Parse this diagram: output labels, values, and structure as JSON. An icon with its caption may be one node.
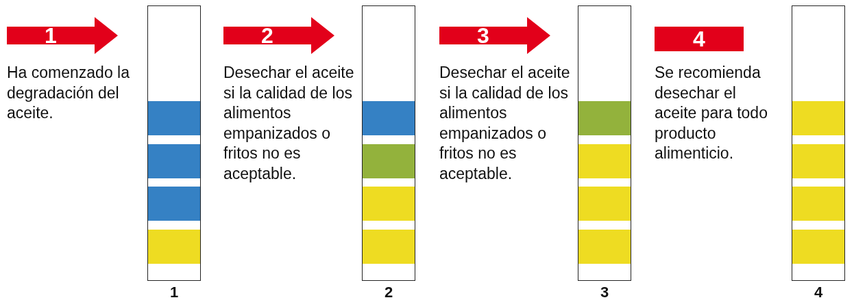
{
  "diagram": {
    "nodes": [
      {
        "text": [
          "1"
        ],
        "beside": [
          "Ha comenzado la degradación del aceite."
        ]
      },
      {
        "text": [
          "1"
        ]
      },
      {
        "text": [
          "2"
        ],
        "beside": [
          "Desechar el aceite si la calidad de los alimentos empanizados o fritos no es aceptable."
        ]
      },
      {
        "text": [
          "2"
        ]
      },
      {
        "text": [
          "3"
        ],
        "beside": [
          "Desechar el aceite si la calidad de los alimentos empanizados o fritos no es aceptable."
        ]
      },
      {
        "text": [
          "3"
        ]
      },
      {
        "text": [
          "4"
        ],
        "beside": [
          "Se recomienda desechar el aceite para todo producto alimenticio."
        ]
      },
      {
        "text": [
          "4"
        ]
      }
    ],
    "edges": []
  }
}
